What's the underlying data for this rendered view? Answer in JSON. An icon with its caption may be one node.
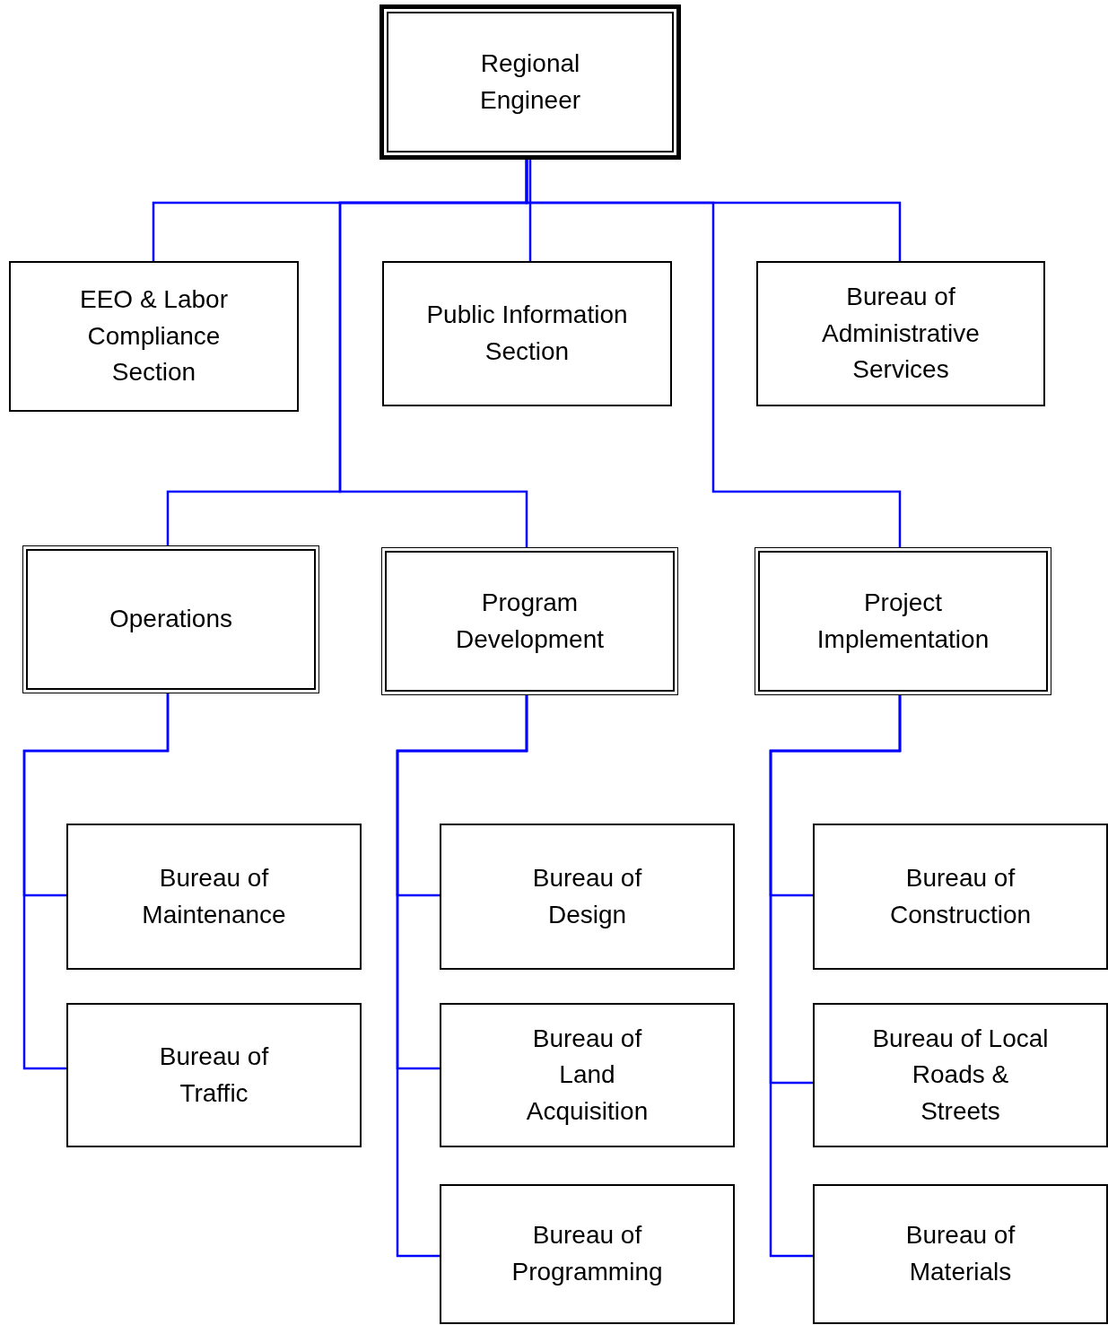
{
  "diagram": {
    "nodes": [
      {
        "text": [
          "Regional Engineer"
        ]
      },
      {
        "text": [
          "EEO & Labor Compliance Section"
        ]
      },
      {
        "text": [
          "Public Information Section"
        ]
      },
      {
        "text": [
          "Bureau of Administrative Services"
        ]
      },
      {
        "text": [
          "Operations"
        ]
      },
      {
        "text": [
          "Program Development"
        ]
      },
      {
        "text": [
          "Project Implementation"
        ]
      },
      {
        "text": [
          "Bureau of Maintenance"
        ]
      },
      {
        "text": [
          "Bureau of Traffic"
        ]
      },
      {
        "text": [
          "Bureau of Design"
        ]
      },
      {
        "text": [
          "Bureau of Land Acquisition"
        ]
      },
      {
        "text": [
          "Bureau of Programming"
        ]
      },
      {
        "text": [
          "Bureau of Construction"
        ]
      },
      {
        "text": [
          "Bureau of Local Roads & Streets"
        ]
      },
      {
        "text": [
          "Bureau of Materials"
        ]
      }
    ],
    "edges": [
      {
        "from": 0,
        "to": 1,
        "arrow": "none",
        "color": "#0000ff"
      },
      {
        "from": 0,
        "to": 2,
        "arrow": "none",
        "color": "#0000ff"
      },
      {
        "from": 0,
        "to": 3,
        "arrow": "none",
        "color": "#0000ff"
      },
      {
        "from": 0,
        "to": 4,
        "arrow": "none",
        "color": "#0000ff"
      },
      {
        "from": 0,
        "to": 5,
        "arrow": "none",
        "color": "#0000ff"
      },
      {
        "from": 0,
        "to": 6,
        "arrow": "none",
        "color": "#0000ff"
      },
      {
        "from": 4,
        "to": 7,
        "arrow": "none",
        "color": "#0000ff"
      },
      {
        "from": 4,
        "to": 8,
        "arrow": "none",
        "color": "#0000ff"
      },
      {
        "from": 5,
        "to": 9,
        "arrow": "none",
        "color": "#0000ff"
      },
      {
        "from": 5,
        "to": 10,
        "arrow": "none",
        "color": "#0000ff"
      },
      {
        "from": 5,
        "to": 11,
        "arrow": "none",
        "color": "#0000ff"
      },
      {
        "from": 6,
        "to": 12,
        "arrow": "none",
        "color": "#0000ff"
      },
      {
        "from": 6,
        "to": 13,
        "arrow": "none",
        "color": "#0000ff"
      },
      {
        "from": 6,
        "to": 14,
        "arrow": "none",
        "color": "#0000ff"
      }
    ]
  }
}
